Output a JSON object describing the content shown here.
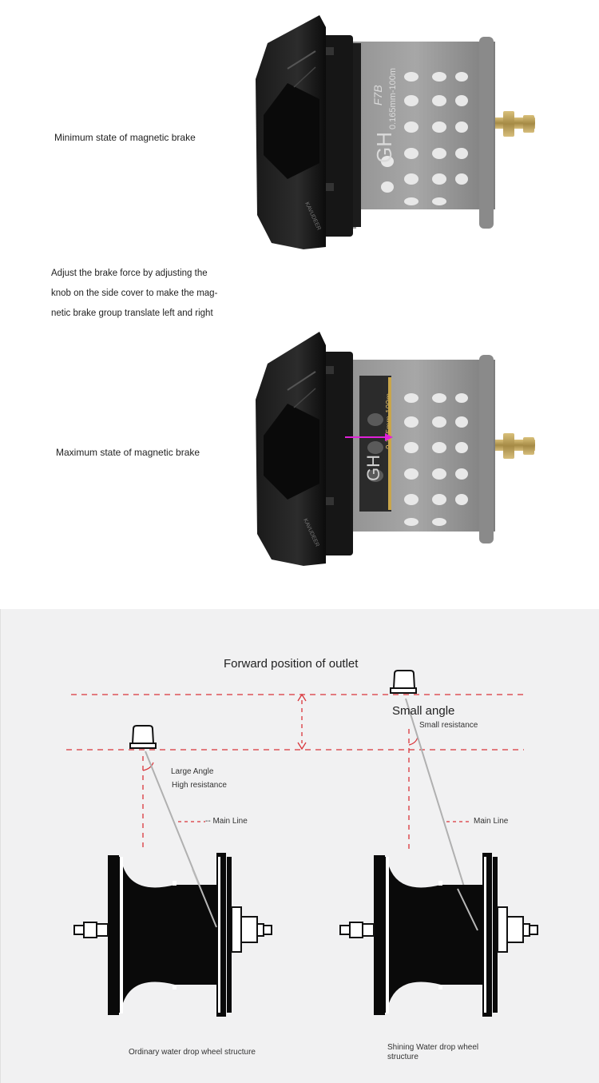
{
  "top_section": {
    "min_label": "Minimum state of magnetic brake",
    "adjust_text": {
      "line1": "Adjust the brake force by adjusting the",
      "line2": "knob on the side cover to make the mag-",
      "line3": "netic brake group translate left and right"
    },
    "max_label": "Maximum state of magnetic brake",
    "spool_print": {
      "model": "GH",
      "spec": "0.165mm-100m",
      "logo": "F7B",
      "side_brand": "KAVUDEER"
    }
  },
  "diagram": {
    "title": "Forward position of outlet",
    "left": {
      "angle_label": "Large Angle",
      "resistance_label": "High resistance",
      "main_line": "-- Main Line",
      "caption": "Ordinary water drop wheel structure"
    },
    "right": {
      "angle_label": "Small angle",
      "resistance_label": "Small resistance",
      "main_line": "Main Line",
      "caption_line1": "Shining Water drop wheel",
      "caption_line2": "structure"
    },
    "colors": {
      "dash_red": "#d9343a",
      "panel_bg": "#f1f1f2",
      "arrow_magenta": "#e021d8"
    }
  }
}
